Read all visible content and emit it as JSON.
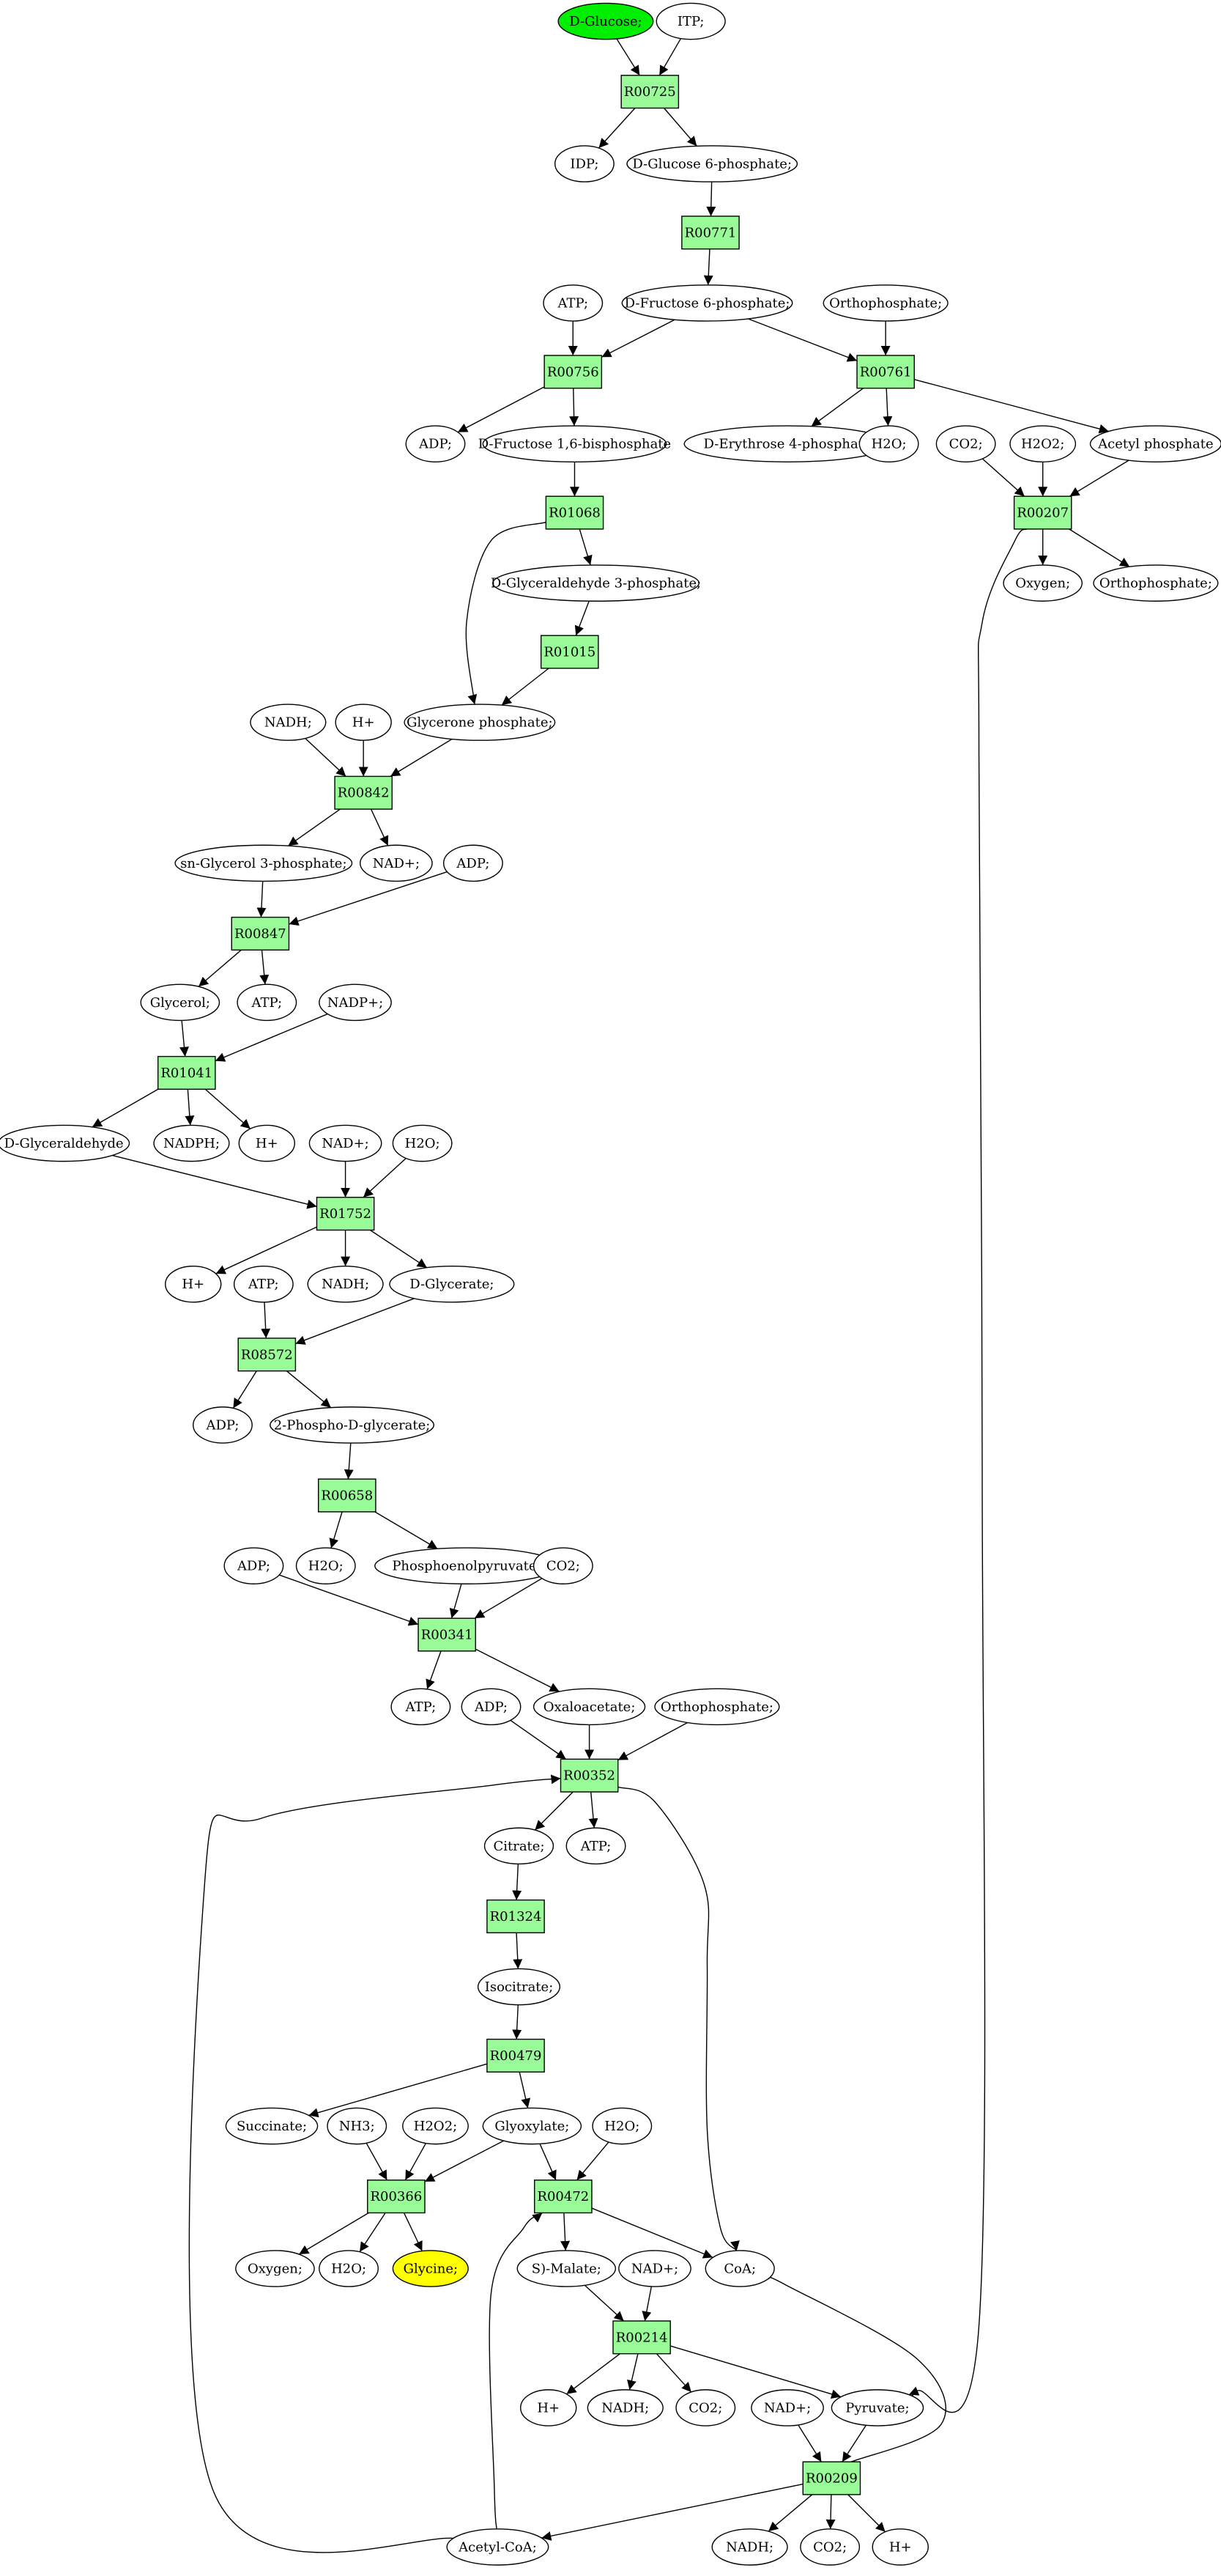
{
  "colors": {
    "reaction_fill": "#98fb98",
    "source_fill": "#00ee00",
    "target_fill": "#ffff00",
    "metabolite_fill": "#ffffff",
    "stroke": "#000000"
  },
  "reactions": {
    "R00725": "R00725",
    "R00771": "R00771",
    "R00756": "R00756",
    "R00761": "R00761",
    "R00207": "R00207",
    "R01068": "R01068",
    "R01015": "R01015",
    "R00842": "R00842",
    "R00847": "R00847",
    "R01041": "R01041",
    "R01752": "R01752",
    "R08572": "R08572",
    "R00658": "R00658",
    "R00341": "R00341",
    "R00352": "R00352",
    "R01324": "R01324",
    "R00479": "R00479",
    "R00366": "R00366",
    "R00472": "R00472",
    "R00214": "R00214",
    "R00209": "R00209"
  },
  "metabolites": {
    "dglucose": "D-Glucose;",
    "itp": "ITP;",
    "idp": "IDP;",
    "g6p": "D-Glucose 6-phosphate;",
    "atp1": "ATP;",
    "f6p": "D-Fructose 6-phosphate;",
    "orthophos1": "Orthophosphate;",
    "adp1": "ADP;",
    "fbp": "D-Fructose 1,6-bisphosphate",
    "e4p": "D-Erythrose 4-phosphate",
    "h2o1": "H2O;",
    "co2a": "CO2;",
    "h2o2a": "H2O2;",
    "acetylp": "Acetyl phosphate",
    "oxygen1": "Oxygen;",
    "orthophos2": "Orthophosphate;",
    "g3p": "D-Glyceraldehyde 3-phosphate;",
    "nadh1": "NADH;",
    "hplus1": "H+",
    "dhap": "Glycerone phosphate;",
    "snglycerol": "sn-Glycerol 3-phosphate;",
    "nadplus1": "NAD+;",
    "adp2": "ADP;",
    "glycerol": "Glycerol;",
    "atp2": "ATP;",
    "nadpplus": "NADP+;",
    "dglyceraldehyde": "D-Glyceraldehyde",
    "nadph": "NADPH;",
    "hplus2": "H+",
    "nadplus2": "NAD+;",
    "h2o2": "H2O;",
    "hplus3": "H+",
    "atp3": "ATP;",
    "nadh2": "NADH;",
    "dglycerate": "D-Glycerate;",
    "adp3": "ADP;",
    "pg2": "2-Phospho-D-glycerate;",
    "h2o3": "H2O;",
    "pep": "Phosphoenolpyruvate;",
    "adp4": "ADP;",
    "co2b": "CO2;",
    "atp4": "ATP;",
    "adp5": "ADP;",
    "oxaloacetate": "Oxaloacetate;",
    "orthophos3": "Orthophosphate;",
    "citrate": "Citrate;",
    "atp5": "ATP;",
    "isocitrate": "Isocitrate;",
    "succinate": "Succinate;",
    "nh3": "NH3;",
    "h2o2b": "H2O2;",
    "glyoxylate": "Glyoxylate;",
    "h2o4": "H2O;",
    "oxygen2": "Oxygen;",
    "h2o5": "H2O;",
    "glycine": "Glycine;",
    "smalate": "S)-Malate;",
    "nadplus3": "NAD+;",
    "coa": "CoA;",
    "hplus4": "H+",
    "nadh3": "NADH;",
    "co2c": "CO2;",
    "nadplus4": "NAD+;",
    "pyruvate": "Pyruvate;",
    "acetylcoa": "Acetyl-CoA;",
    "nadh4": "NADH;",
    "co2d": "CO2;",
    "hplus5": "H+"
  }
}
